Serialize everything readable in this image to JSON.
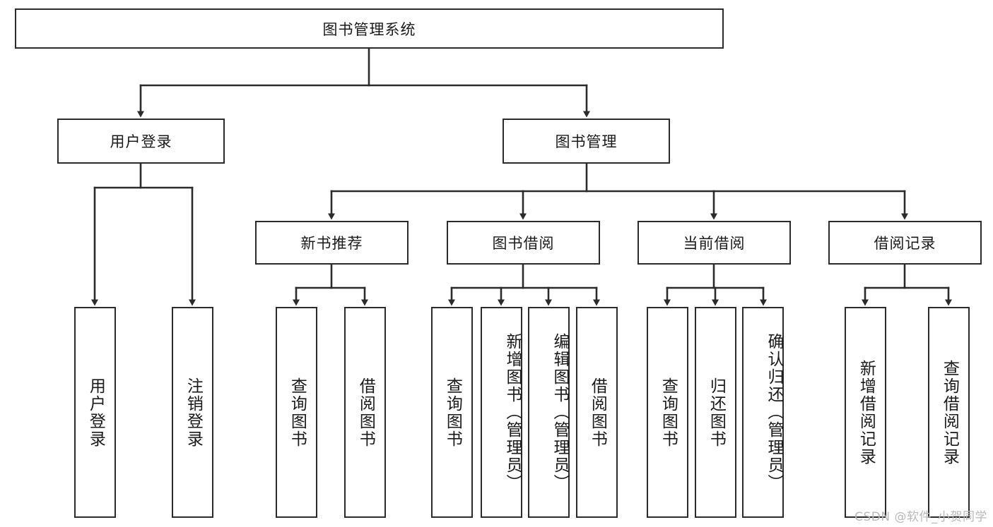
{
  "diagram": {
    "title": "图书管理系统",
    "type": "tree-hierarchy",
    "watermark": "CSDN @软件_小贺同学",
    "colors": {
      "box_border": "#2b2b2b",
      "box_fill": "#ffffff",
      "connector": "#2b2b2b",
      "text": "#1a1a1a",
      "watermark": "#b9b9b9"
    },
    "root": {
      "label": "图书管理系统"
    },
    "level2": [
      {
        "label": "用户登录"
      },
      {
        "label": "图书管理"
      }
    ],
    "level3": [
      {
        "label": "新书推荐"
      },
      {
        "label": "图书借阅"
      },
      {
        "label": "当前借阅"
      },
      {
        "label": "借阅记录"
      }
    ],
    "leaves": {
      "user_login": [
        {
          "label": "用户登录"
        },
        {
          "label": "注销登录"
        }
      ],
      "new_book_recommend": [
        {
          "label": "查询图书"
        },
        {
          "label": "借阅图书"
        }
      ],
      "book_borrow": [
        {
          "label": "查询图书"
        },
        {
          "label": "新增图书（管理员）"
        },
        {
          "label": "编辑图书（管理员）"
        },
        {
          "label": "借阅图书"
        }
      ],
      "current_borrow": [
        {
          "label": "查询图书"
        },
        {
          "label": "归还图书"
        },
        {
          "label": "确认归还（管理员）"
        }
      ],
      "borrow_record": [
        {
          "label": "新增借阅记录"
        },
        {
          "label": "查询借阅记录"
        }
      ]
    }
  }
}
